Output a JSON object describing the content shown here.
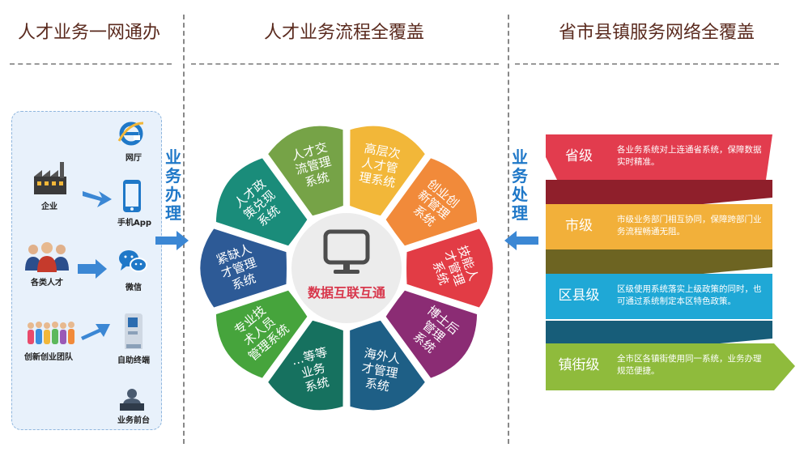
{
  "headers": {
    "left": "人才业务一网通办",
    "middle": "人才业务流程全覆盖",
    "right": "省市县镇服务网络全覆盖"
  },
  "left_panel": {
    "sources": [
      {
        "label": "企业",
        "icon": "factory-icon"
      },
      {
        "label": "各类人才",
        "icon": "people-icon"
      },
      {
        "label": "创新创业团队",
        "icon": "team-icon"
      }
    ],
    "channels": [
      {
        "label": "网厅",
        "icon": "ie-browser-icon"
      },
      {
        "label": "手机App",
        "icon": "phone-icon"
      },
      {
        "label": "微信",
        "icon": "wechat-icon"
      },
      {
        "label": "自助终端",
        "icon": "kiosk-icon"
      },
      {
        "label": "业务前台",
        "icon": "front-desk-icon"
      }
    ]
  },
  "left_vertical_label": "业务办理",
  "right_vertical_label": "业务处理",
  "wheel": {
    "center": {
      "label": "数据互联互通",
      "icon": "monitor-icon"
    },
    "petals": [
      {
        "text": "人才交流管理系统",
        "lines": [
          "人才交",
          "流管理",
          "系统"
        ],
        "color": "#76a347"
      },
      {
        "text": "高层次人才管理系统",
        "lines": [
          "高层次",
          "人才管",
          "理系统"
        ],
        "color": "#f2b739"
      },
      {
        "text": "创业创新管理系统",
        "lines": [
          "创业创",
          "新管理",
          "系统"
        ],
        "color": "#f18a3a"
      },
      {
        "text": "技能人才管理系统",
        "lines": [
          "技能人",
          "才管理",
          "系统"
        ],
        "color": "#e23c45"
      },
      {
        "text": "博士后管理系统",
        "lines": [
          "博士后",
          "管理",
          "系统"
        ],
        "color": "#8b2c74"
      },
      {
        "text": "海外人才管理系统",
        "lines": [
          "海外人",
          "才管理",
          "系统"
        ],
        "color": "#1e5f86"
      },
      {
        "text": "…等等业务系统",
        "lines": [
          "…等等",
          "业务",
          "系统"
        ],
        "color": "#16715f"
      },
      {
        "text": "专业技术人员管理系统",
        "lines": [
          "专业技",
          "术人员",
          "管理系统"
        ],
        "color": "#46a43c"
      },
      {
        "text": "紧缺人才管理系统",
        "lines": [
          "紧缺人",
          "才管理",
          "系统"
        ],
        "color": "#2d5a96"
      },
      {
        "text": "人才政策兑现系统",
        "lines": [
          "人才政",
          "策兑现",
          "系统"
        ],
        "color": "#1a8c7a"
      }
    ]
  },
  "levels": [
    {
      "name": "省级",
      "desc": "各业务系统对上连通省系统，保障数据实时精准。",
      "color": "#e23c4e",
      "band_color": "#8f1f2b"
    },
    {
      "name": "市级",
      "desc": "市级业务部门相互协同，保障跨部门业务流程畅通无阻。",
      "color": "#f2b03a",
      "band_color": "#6d6422"
    },
    {
      "name": "区县级",
      "desc": "区级使用系统落实上级政策的同时，也可通过系统制定本区特色政策。",
      "color": "#1fa8d6",
      "band_color": "#175d79"
    },
    {
      "name": "镇街级",
      "desc": "全市区各镇街使用同一系统，业务办理规范便捷。",
      "color": "#8fbb3c",
      "band_color": null
    }
  ]
}
